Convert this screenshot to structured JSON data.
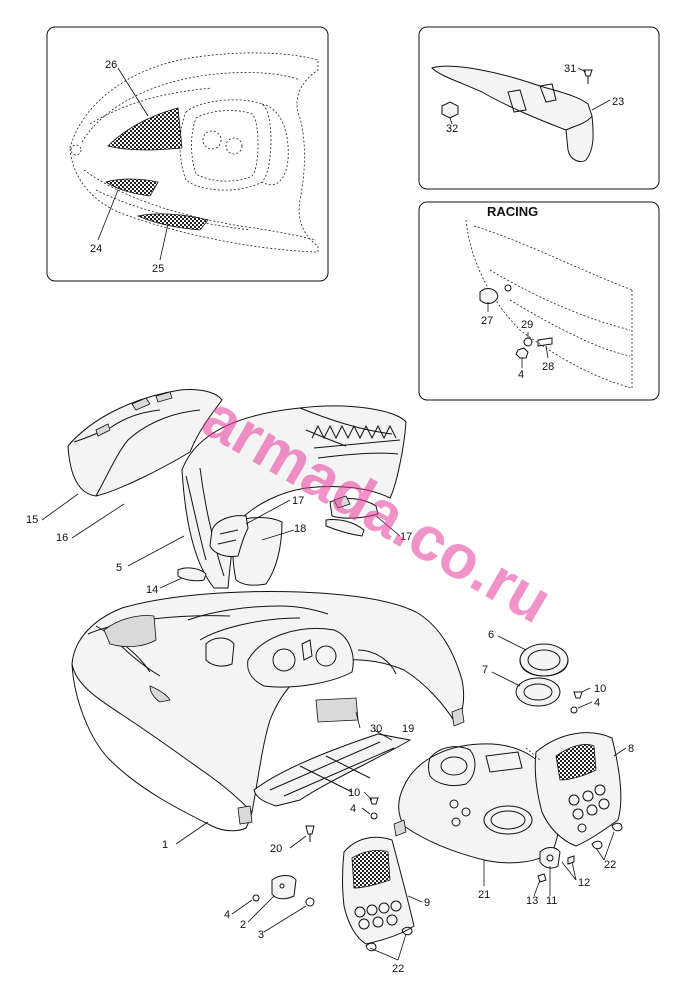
{
  "diagram": {
    "watermark": "armada.co.ru",
    "panels": {
      "racing_title": "RACING"
    },
    "callouts": [
      {
        "id": "c1",
        "text": "1"
      },
      {
        "id": "c2",
        "text": "2"
      },
      {
        "id": "c3",
        "text": "3"
      },
      {
        "id": "c4a",
        "text": "4"
      },
      {
        "id": "c4b",
        "text": "4"
      },
      {
        "id": "c4c",
        "text": "4"
      },
      {
        "id": "c4d",
        "text": "4"
      },
      {
        "id": "c5",
        "text": "5"
      },
      {
        "id": "c6",
        "text": "6"
      },
      {
        "id": "c7",
        "text": "7"
      },
      {
        "id": "c8",
        "text": "8"
      },
      {
        "id": "c9",
        "text": "9"
      },
      {
        "id": "c10a",
        "text": "10"
      },
      {
        "id": "c10b",
        "text": "10"
      },
      {
        "id": "c11",
        "text": "11"
      },
      {
        "id": "c12",
        "text": "12"
      },
      {
        "id": "c13",
        "text": "13"
      },
      {
        "id": "c14",
        "text": "14"
      },
      {
        "id": "c15",
        "text": "15"
      },
      {
        "id": "c16",
        "text": "16"
      },
      {
        "id": "c17a",
        "text": "17"
      },
      {
        "id": "c17b",
        "text": "17"
      },
      {
        "id": "c18",
        "text": "18"
      },
      {
        "id": "c19",
        "text": "19"
      },
      {
        "id": "c20",
        "text": "20"
      },
      {
        "id": "c21",
        "text": "21"
      },
      {
        "id": "c22a",
        "text": "22"
      },
      {
        "id": "c22b",
        "text": "22"
      },
      {
        "id": "c23",
        "text": "23"
      },
      {
        "id": "c24",
        "text": "24"
      },
      {
        "id": "c25",
        "text": "25"
      },
      {
        "id": "c26",
        "text": "26"
      },
      {
        "id": "c27",
        "text": "27"
      },
      {
        "id": "c28",
        "text": "28"
      },
      {
        "id": "c29",
        "text": "29"
      },
      {
        "id": "c30",
        "text": "30"
      },
      {
        "id": "c31",
        "text": "31"
      },
      {
        "id": "c32",
        "text": "32"
      }
    ]
  }
}
